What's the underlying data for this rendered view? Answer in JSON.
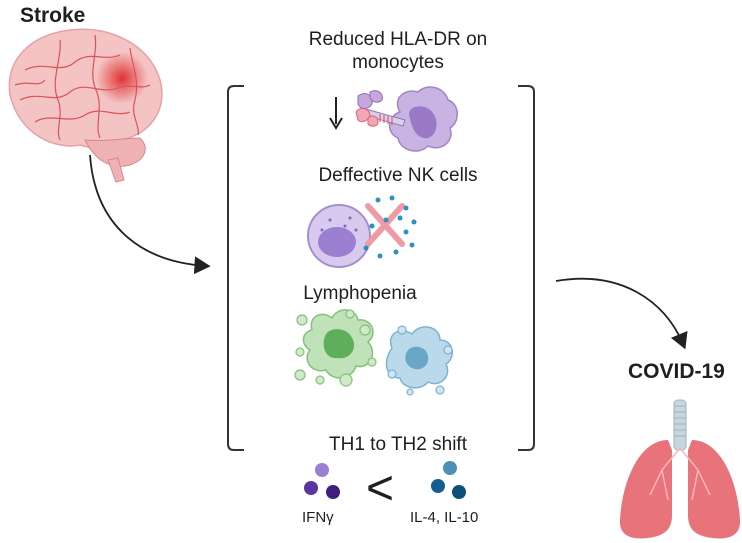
{
  "labels": {
    "stroke": "Stroke",
    "covid": "COVID-19",
    "hla_line1": "Reduced HLA-DR on",
    "hla_line2": "monocytes",
    "nk": "Deffective NK cells",
    "lymphopenia": "Lymphopenia",
    "th_shift": "TH1 to TH2 shift",
    "ifn": "IFNγ",
    "less_than": "<",
    "il": "IL-4, IL-10"
  },
  "colors": {
    "brain": "#f4c3c3",
    "brain_vessel": "#d9545a",
    "lesion": "#e02b2b",
    "monocyte": "#c9b3e3",
    "nk_cell": "#c7b4e4",
    "cross": "#f09aa6",
    "granule": "#2e8fc1",
    "lymph_green": "#bfe2b8",
    "lymph_blue": "#bad9ea",
    "ifn_dots": "#4b2a86",
    "il_dots": "#0d4f7a",
    "lung": "#e9737b",
    "trachea": "#c8d6dd"
  },
  "icons": [
    "brain-icon",
    "monocyte-icon",
    "nk-cell-icon",
    "lymphocyte-icon",
    "lungs-icon"
  ]
}
